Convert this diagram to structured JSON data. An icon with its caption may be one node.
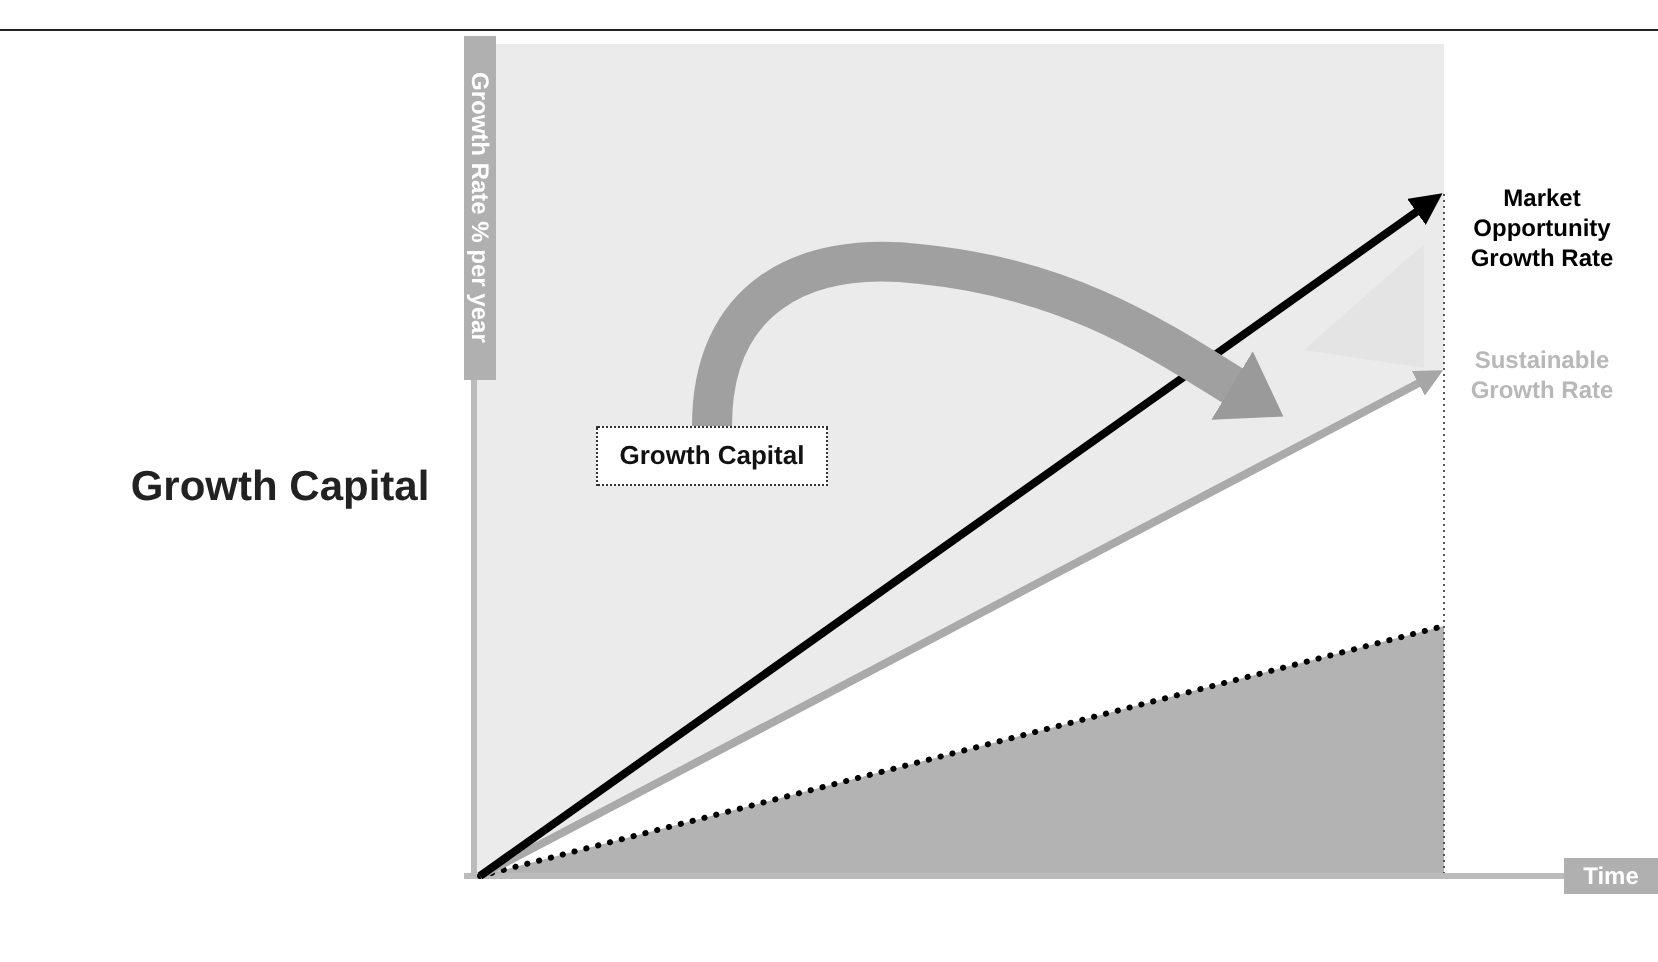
{
  "diagram": {
    "title": "Growth Capital",
    "nodes": [
      {
        "text": [
          "Growth Capital"
        ]
      },
      {
        "text": [],
        "shape": "triangle"
      }
    ],
    "edges": [
      {
        "from": 0,
        "to": 1,
        "arrow": "to"
      }
    ],
    "labels": [
      "Growth Rate % per year",
      "Market Opportunity Growth Rate",
      "Sustainable Growth Rate",
      "Time"
    ]
  }
}
